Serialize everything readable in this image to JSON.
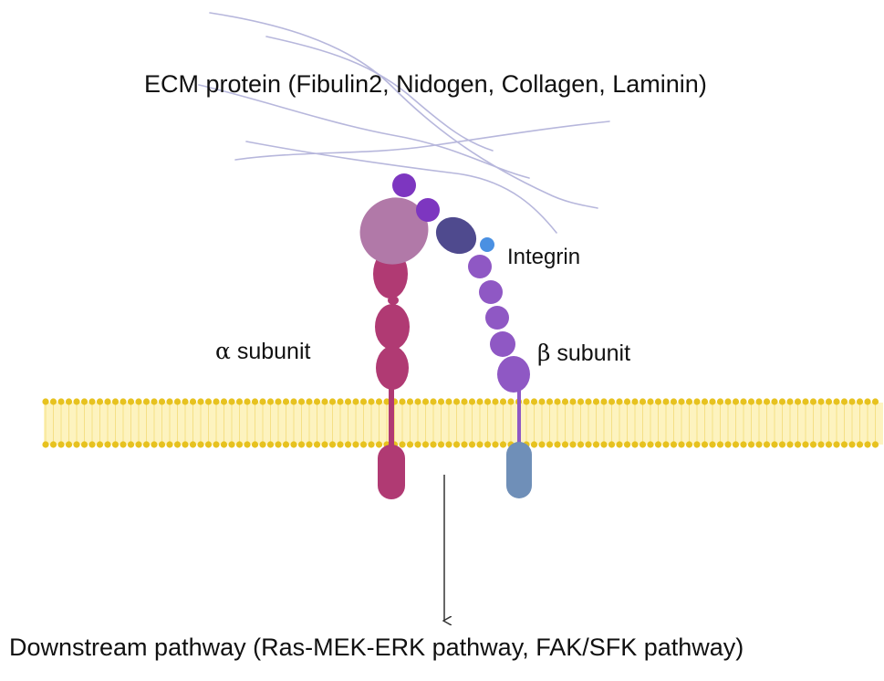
{
  "labels": {
    "ecm": "ECM protein (Fibulin2, Nidogen, Collagen, Laminin)",
    "integrin": "Integrin",
    "alpha_symbol": "α",
    "alpha_text": " subunit",
    "beta_symbol": "β",
    "beta_text": " subunit",
    "downstream": "Downstream pathway (Ras-MEK-ERK pathway, FAK/SFK pathway)"
  },
  "colors": {
    "ecm_fiber": "#b7b7dc",
    "membrane_bead": "#e7c21f",
    "membrane_fill": "#fdf3bf",
    "alpha_head": "#b179a8",
    "alpha_chain": "#b03a73",
    "beta_chain": "#8f58c4",
    "beta_top": "#7d36c0",
    "beta_dark": "#4f4a8e",
    "beta_tail": "#6f8fb8",
    "cation": "#4a90e2",
    "arrow": "#333333"
  }
}
